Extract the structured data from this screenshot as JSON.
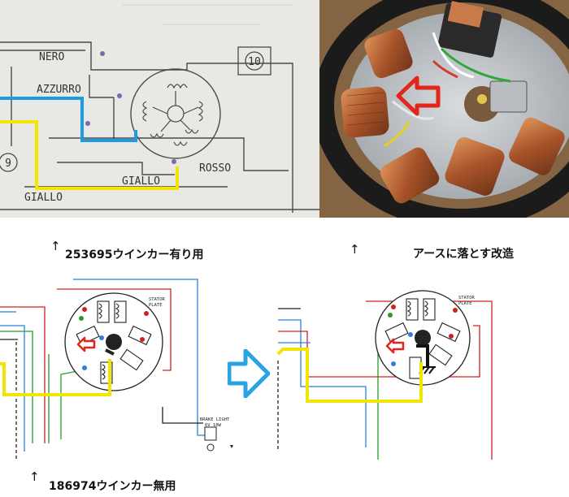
{
  "schematic_scan": {
    "labels": {
      "nero": "NERO",
      "azzurro": "AZZURRO",
      "giallo_upper": "GIALLO",
      "giallo_lower": "GIALLO",
      "rosso": "ROSSO",
      "ref_10": "10",
      "ref_9": "9"
    },
    "wire_colors": {
      "blue": "#1e9be0",
      "yellow": "#f2e600"
    }
  },
  "stator_photo": {
    "highlight_arrow_color": "#e3261c"
  },
  "captions": {
    "top_left": "253695ウインカー有り用",
    "top_right": "アースに落とす改造",
    "bottom": "186974ウインカー無用",
    "up_arrow": "↑"
  },
  "diagram_left": {
    "stator_label_line1": "STATOR",
    "stator_label_line2": "PLATE",
    "brake_label_line1": "BRAKE LIGHT",
    "brake_label_line2": "6V 10W"
  },
  "diagram_right": {
    "stator_label_line1": "STATOR",
    "stator_label_line2": "PLATE"
  },
  "transition_arrow": {
    "color": "#2aa3e3"
  },
  "colors": {
    "red_arrow": "#e3261c",
    "wire_red": "#d02020",
    "wire_green": "#2a9a2a",
    "wire_blue": "#2f7fd9",
    "wire_yellow": "#f2e600"
  }
}
